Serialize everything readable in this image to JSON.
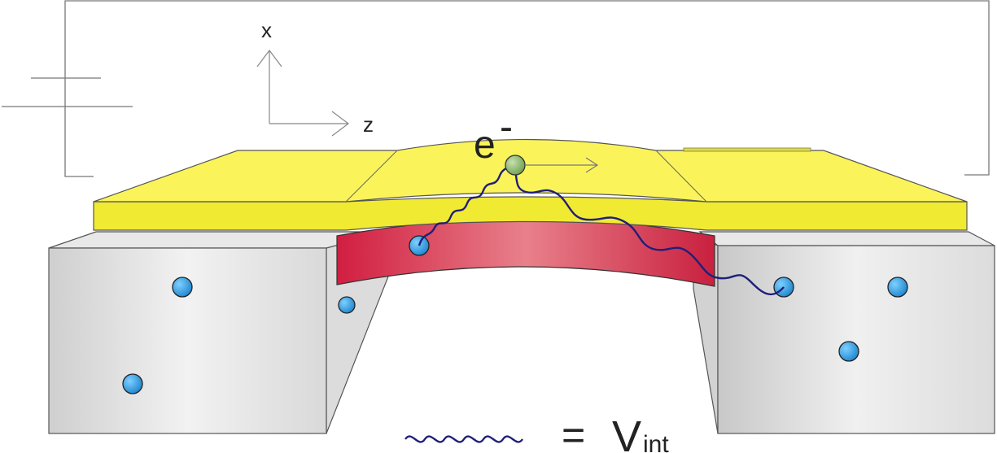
{
  "axes": {
    "x_label": "x",
    "z_label": "z"
  },
  "electron": {
    "label": "e",
    "charge": "-"
  },
  "legend": {
    "equals": "=",
    "symbol": "V",
    "subscript": "int"
  },
  "colors": {
    "gold_top": "#f7ef3c",
    "gold_side": "#e8e02a",
    "bridge_red": "#d42a47",
    "bridge_light": "#e87a86",
    "block_gray": "#e3e3e3",
    "particle_blue": "#2b9be0",
    "electron_green": "#8fba6e",
    "wave_navy": "#1f1f7a",
    "wire_gray": "#777777"
  }
}
